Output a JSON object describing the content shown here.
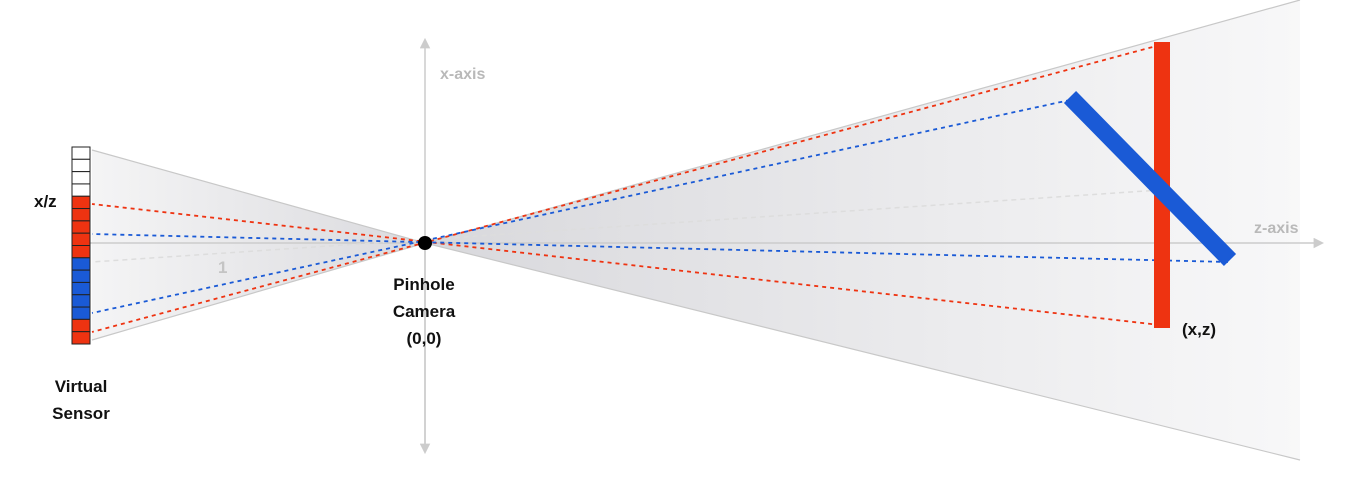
{
  "labels": {
    "x_axis": "x-axis",
    "z_axis": "z-axis",
    "x_over_z": "x/z",
    "unit_distance": "1",
    "camera_line1": "Pinhole",
    "camera_line2": "Camera",
    "camera_line3": "(0,0)",
    "sensor_line1": "Virtual",
    "sensor_line2": "Sensor",
    "point": "(x,z)"
  },
  "colors": {
    "red": "#ee3311",
    "blue": "#1a5ad6",
    "frustum": "#d9d9d9",
    "axis": "#cccccc",
    "pixel_border": "#222222",
    "pinhole": "#000000"
  },
  "sensor_pixels": [
    "white",
    "white",
    "white",
    "white",
    "red",
    "red",
    "red",
    "red",
    "red",
    "blue",
    "blue",
    "blue",
    "blue",
    "blue",
    "red",
    "red"
  ]
}
